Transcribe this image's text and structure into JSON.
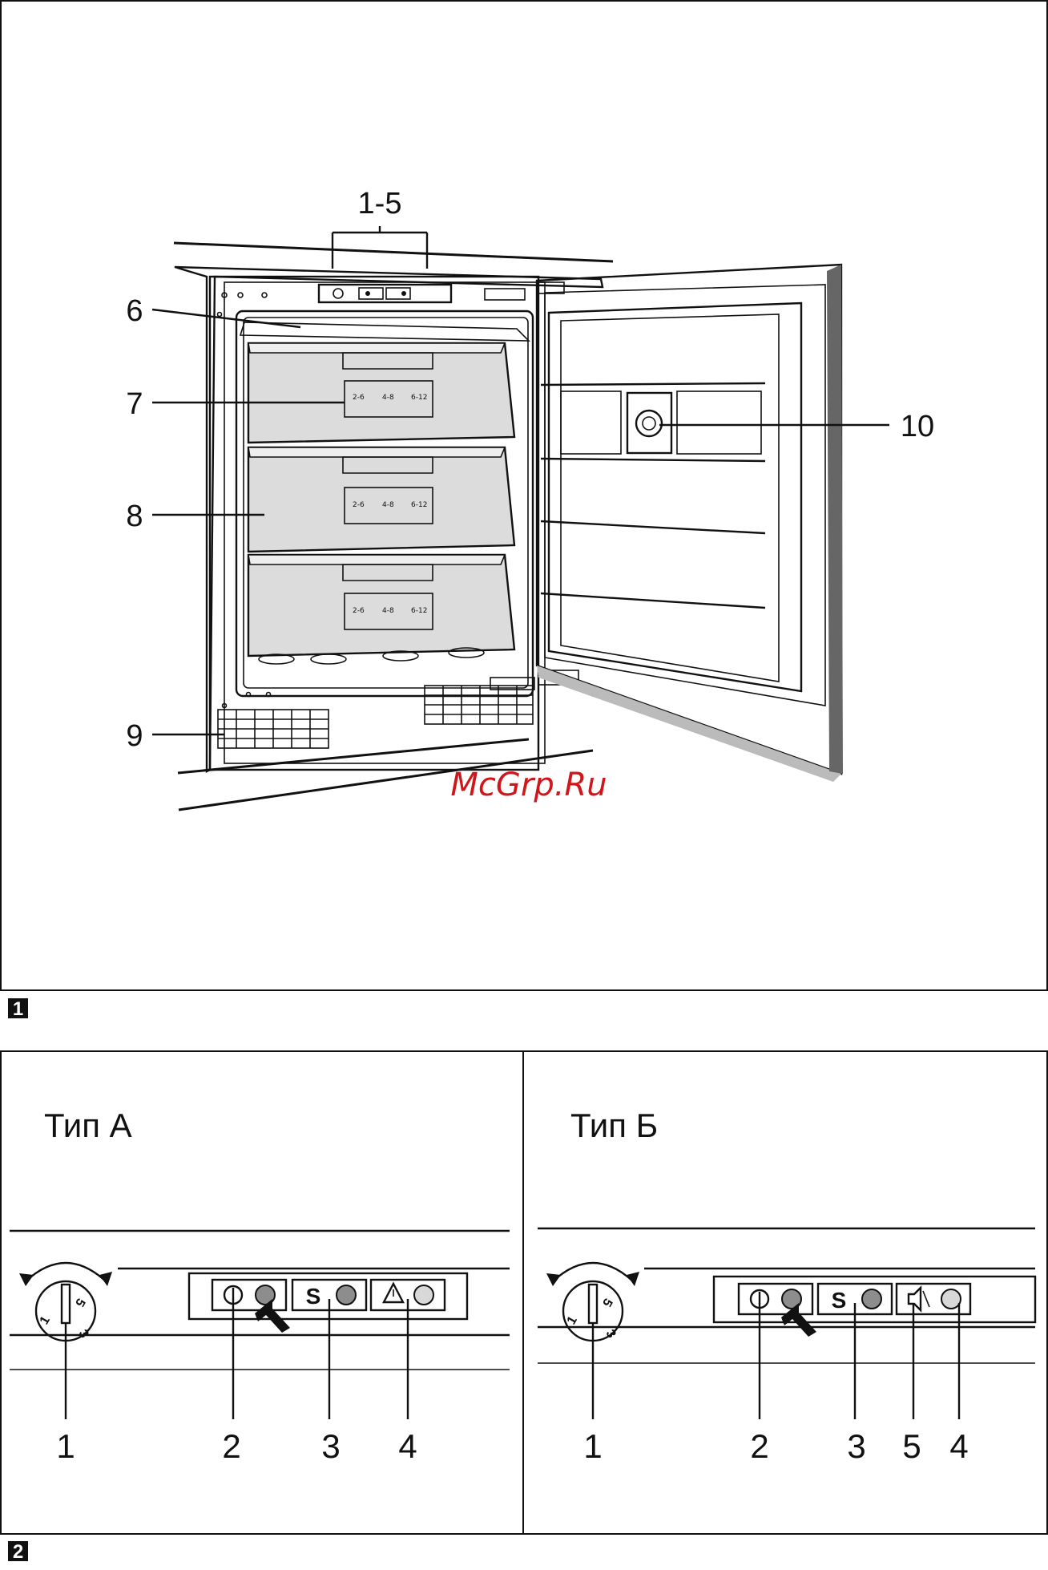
{
  "figure1": {
    "number": "1",
    "callouts": [
      "1-5",
      "6",
      "7",
      "8",
      "9",
      "10"
    ],
    "drawer_labels": {
      "col1": "2-6",
      "col2": "4-8",
      "col3": "6-12"
    }
  },
  "watermark": "McGrp.Ru",
  "figure2": {
    "number": "2",
    "type_a": {
      "title": "Тип А",
      "knob_numbers": [
        "1",
        "3",
        "5"
      ],
      "callouts": [
        "1",
        "2",
        "3",
        "4"
      ]
    },
    "type_b": {
      "title": "Тип Б",
      "knob_numbers": [
        "1",
        "3",
        "5"
      ],
      "callouts": [
        "1",
        "2",
        "3",
        "5",
        "4"
      ]
    },
    "button_glyph_super": "S"
  },
  "icons": [
    "power-icon",
    "super-freeze-icon",
    "warning-icon",
    "alarm-mute-icon",
    "rotate-arrow-icon",
    "push-arrow-icon"
  ],
  "colors": {
    "led_dark": "#8d8d8d",
    "led_light": "#d8d8d8",
    "drawer": "#dcdcdc",
    "watermark": "#d0161a"
  }
}
